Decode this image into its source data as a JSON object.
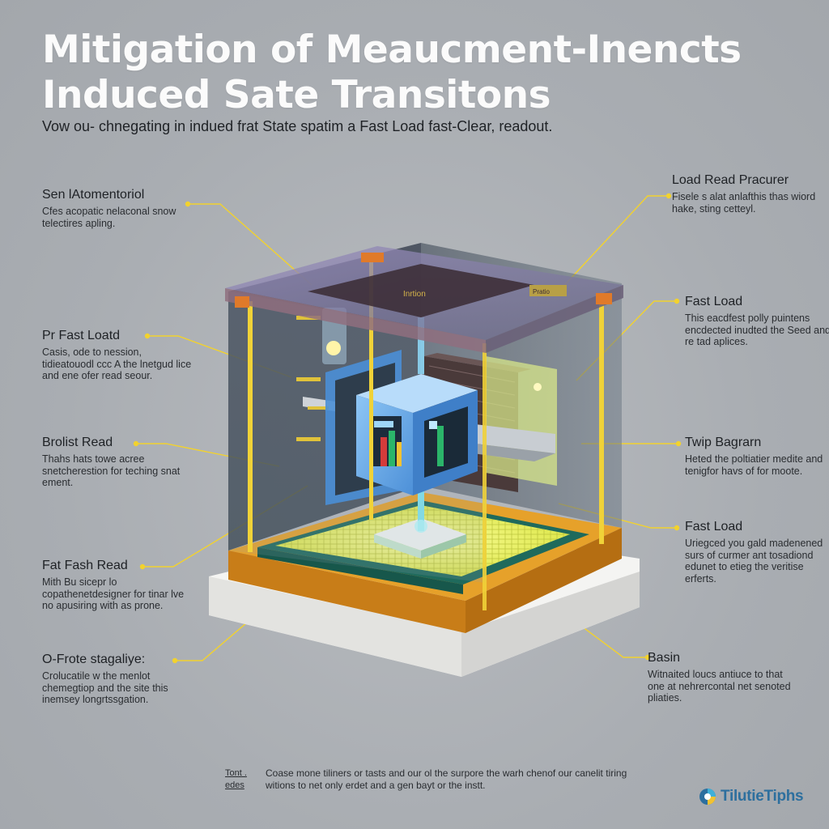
{
  "title": {
    "line1": "Mitigation of Meaucment-Inencts",
    "line2": "Induced Sate Transitons"
  },
  "subtitle": "Vow ou- chnegating in indued frat State spatim a Fast Load fast-Clear, readout.",
  "callouts_left": [
    {
      "heading": "Sen lAtomentoriol",
      "body": "Cfes acopatic nelaconal snow telectires apling."
    },
    {
      "heading": "Pr Fast Loatd",
      "body": "Casis, ode to nession, tidieatouodl ccc A the lnetgud lice and ene ofer read seour."
    },
    {
      "heading": "Brolist Read",
      "body": "Thahs hats towe acree snetcherestion for teching snat ement."
    },
    {
      "heading": "Fat Fash Read",
      "body": "Mith Bu sicepr lo copathenetdesigner for tinar lve no apusiring with as prone."
    },
    {
      "heading": "O-Frote stagaliye:",
      "body": "Crolucatile w the menlot chemegtiop and the site this inemsey longrtssgation."
    }
  ],
  "callouts_right": [
    {
      "heading": "Load Read Pracurer",
      "body": "Fisele s alat anlafthis thas wiord hake, sting cetteyl."
    },
    {
      "heading": "Fast Load",
      "body": "This eacdfest polly puintens encdected inudted the Seed and re tad aplices."
    },
    {
      "heading": "Twip Bagrarn",
      "body": "Heted the poltiatier medite and tenigfor havs of for moote."
    },
    {
      "heading": "Fast Load",
      "body": "Uriegced you gald madenened surs of curmer ant tosadiond edunet to etieg the veritise erferts."
    },
    {
      "heading": "Basin",
      "body": "Witnaited loucs antiuce to that one at nehrercontal net senoted pliaties."
    }
  ],
  "device_labels": {
    "top_plate": "Inrtion",
    "side_chip": "Pratio"
  },
  "footer": {
    "label_1": "Tont .",
    "label_2": "edes",
    "text": "Coase mone tiliners or tasts and our ol the surpore the warh chenof our canelit tiring witions to net only erdet and a gen bayt or the instt."
  },
  "brand": "TilutieTiphs",
  "colors": {
    "background": "#a9adb2",
    "title": "#fbfbfb",
    "leader_line": "#f2d22e",
    "frame_edge": "#f0d238",
    "base_orange": "#d1891e",
    "grid_yellow": "#eef25a",
    "cube_blue": "#5aa6e8",
    "brand": "#2d6f9e"
  }
}
